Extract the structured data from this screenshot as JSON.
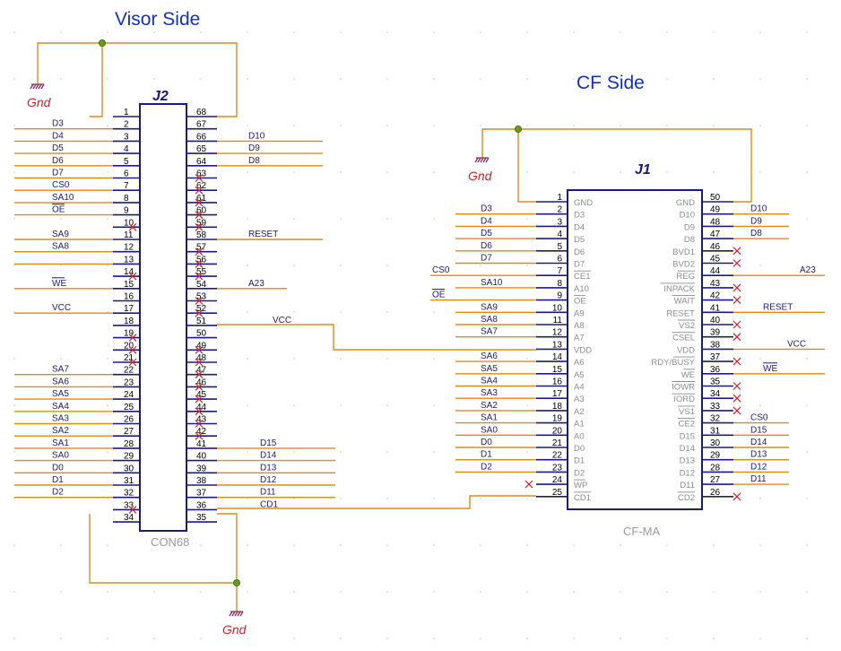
{
  "titles": {
    "visor": "Visor Side",
    "cf": "CF Side"
  },
  "ground_label": "Gnd",
  "j2": {
    "ref": "J2",
    "value": "CON68",
    "left_pins": [
      {
        "n": "1",
        "net": ""
      },
      {
        "n": "2",
        "net": "D3"
      },
      {
        "n": "3",
        "net": "D4"
      },
      {
        "n": "4",
        "net": "D5"
      },
      {
        "n": "5",
        "net": "D6"
      },
      {
        "n": "6",
        "net": "D7"
      },
      {
        "n": "7",
        "net": "CS0"
      },
      {
        "n": "8",
        "net": "SA10"
      },
      {
        "n": "9",
        "net": "OE"
      },
      {
        "n": "10",
        "net": ""
      },
      {
        "n": "11",
        "net": "SA9"
      },
      {
        "n": "12",
        "net": "SA8"
      },
      {
        "n": "13",
        "net": ""
      },
      {
        "n": "14",
        "net": ""
      },
      {
        "n": "15",
        "net": "WE"
      },
      {
        "n": "16",
        "net": ""
      },
      {
        "n": "17",
        "net": "VCC"
      },
      {
        "n": "18",
        "net": ""
      },
      {
        "n": "19",
        "net": ""
      },
      {
        "n": "20",
        "net": ""
      },
      {
        "n": "21",
        "net": ""
      },
      {
        "n": "22",
        "net": "SA7"
      },
      {
        "n": "23",
        "net": "SA6"
      },
      {
        "n": "24",
        "net": "SA5"
      },
      {
        "n": "25",
        "net": "SA4"
      },
      {
        "n": "26",
        "net": "SA3"
      },
      {
        "n": "27",
        "net": "SA2"
      },
      {
        "n": "28",
        "net": "SA1"
      },
      {
        "n": "29",
        "net": "SA0"
      },
      {
        "n": "30",
        "net": "D0"
      },
      {
        "n": "31",
        "net": "D1"
      },
      {
        "n": "32",
        "net": "D2"
      },
      {
        "n": "33",
        "net": ""
      },
      {
        "n": "34",
        "net": ""
      }
    ],
    "right_pins": [
      {
        "n": "68",
        "net": ""
      },
      {
        "n": "67",
        "net": ""
      },
      {
        "n": "66",
        "net": "D10"
      },
      {
        "n": "65",
        "net": "D9"
      },
      {
        "n": "64",
        "net": "D8"
      },
      {
        "n": "63",
        "net": ""
      },
      {
        "n": "62",
        "net": ""
      },
      {
        "n": "61",
        "net": ""
      },
      {
        "n": "60",
        "net": ""
      },
      {
        "n": "59",
        "net": ""
      },
      {
        "n": "58",
        "net": "RESET"
      },
      {
        "n": "57",
        "net": ""
      },
      {
        "n": "56",
        "net": ""
      },
      {
        "n": "55",
        "net": ""
      },
      {
        "n": "54",
        "net": "A23"
      },
      {
        "n": "53",
        "net": ""
      },
      {
        "n": "52",
        "net": ""
      },
      {
        "n": "51",
        "net": "VCC"
      },
      {
        "n": "50",
        "net": ""
      },
      {
        "n": "49",
        "net": ""
      },
      {
        "n": "48",
        "net": ""
      },
      {
        "n": "47",
        "net": ""
      },
      {
        "n": "46",
        "net": ""
      },
      {
        "n": "45",
        "net": ""
      },
      {
        "n": "44",
        "net": ""
      },
      {
        "n": "43",
        "net": ""
      },
      {
        "n": "42",
        "net": ""
      },
      {
        "n": "41",
        "net": "D15"
      },
      {
        "n": "40",
        "net": "D14"
      },
      {
        "n": "39",
        "net": "D13"
      },
      {
        "n": "38",
        "net": "D12"
      },
      {
        "n": "37",
        "net": "D11"
      },
      {
        "n": "36",
        "net": "CD1"
      },
      {
        "n": "35",
        "net": ""
      }
    ]
  },
  "j1": {
    "ref": "J1",
    "value": "CF-MA",
    "left_pins": [
      {
        "n": "1",
        "name": "GND",
        "net": ""
      },
      {
        "n": "2",
        "name": "D3",
        "net": "D3"
      },
      {
        "n": "3",
        "name": "D4",
        "net": "D4"
      },
      {
        "n": "4",
        "name": "D5",
        "net": "D5"
      },
      {
        "n": "5",
        "name": "D6",
        "net": "D6"
      },
      {
        "n": "6",
        "name": "D7",
        "net": "D7"
      },
      {
        "n": "7",
        "name": "CE1",
        "net": "CS0"
      },
      {
        "n": "8",
        "name": "A10",
        "net": "SA10"
      },
      {
        "n": "9",
        "name": "OE",
        "net": "OE"
      },
      {
        "n": "10",
        "name": "A9",
        "net": "SA9"
      },
      {
        "n": "11",
        "name": "A8",
        "net": "SA8"
      },
      {
        "n": "12",
        "name": "A7",
        "net": "SA7"
      },
      {
        "n": "13",
        "name": "VDD",
        "net": ""
      },
      {
        "n": "14",
        "name": "A6",
        "net": "SA6"
      },
      {
        "n": "15",
        "name": "A5",
        "net": "SA5"
      },
      {
        "n": "16",
        "name": "A4",
        "net": "SA4"
      },
      {
        "n": "17",
        "name": "A3",
        "net": "SA3"
      },
      {
        "n": "18",
        "name": "A2",
        "net": "SA2"
      },
      {
        "n": "19",
        "name": "A1",
        "net": "SA1"
      },
      {
        "n": "20",
        "name": "A0",
        "net": "SA0"
      },
      {
        "n": "21",
        "name": "D0",
        "net": "D0"
      },
      {
        "n": "22",
        "name": "D1",
        "net": "D1"
      },
      {
        "n": "23",
        "name": "D2",
        "net": "D2"
      },
      {
        "n": "24",
        "name": "WP",
        "net": ""
      },
      {
        "n": "25",
        "name": "CD1",
        "net": ""
      }
    ],
    "right_pins": [
      {
        "n": "50",
        "name": "GND",
        "net": ""
      },
      {
        "n": "49",
        "name": "D10",
        "net": "D10"
      },
      {
        "n": "48",
        "name": "D9",
        "net": "D9"
      },
      {
        "n": "47",
        "name": "D8",
        "net": "D8"
      },
      {
        "n": "46",
        "name": "BVD1",
        "net": ""
      },
      {
        "n": "45",
        "name": "BVD2",
        "net": ""
      },
      {
        "n": "44",
        "name": "REG",
        "net": "A23"
      },
      {
        "n": "43",
        "name": "INPACK",
        "net": ""
      },
      {
        "n": "42",
        "name": "WAIT",
        "net": ""
      },
      {
        "n": "41",
        "name": "RESET",
        "net": "RESET"
      },
      {
        "n": "40",
        "name": "VS2",
        "net": ""
      },
      {
        "n": "39",
        "name": "CSEL",
        "net": ""
      },
      {
        "n": "38",
        "name": "VDD",
        "net": "VCC"
      },
      {
        "n": "37",
        "name": "RDY/BUSY",
        "net": ""
      },
      {
        "n": "36",
        "name": "WE",
        "net": "WE"
      },
      {
        "n": "35",
        "name": "IOWR",
        "net": ""
      },
      {
        "n": "34",
        "name": "IORD",
        "net": ""
      },
      {
        "n": "33",
        "name": "VS1",
        "net": ""
      },
      {
        "n": "32",
        "name": "CE2",
        "net": "CS0"
      },
      {
        "n": "31",
        "name": "D15",
        "net": "D15"
      },
      {
        "n": "30",
        "name": "D14",
        "net": "D14"
      },
      {
        "n": "29",
        "name": "D13",
        "net": "D13"
      },
      {
        "n": "28",
        "name": "D12",
        "net": "D12"
      },
      {
        "n": "27",
        "name": "D11",
        "net": "D11"
      },
      {
        "n": "26",
        "name": "CD2",
        "net": ""
      }
    ]
  }
}
